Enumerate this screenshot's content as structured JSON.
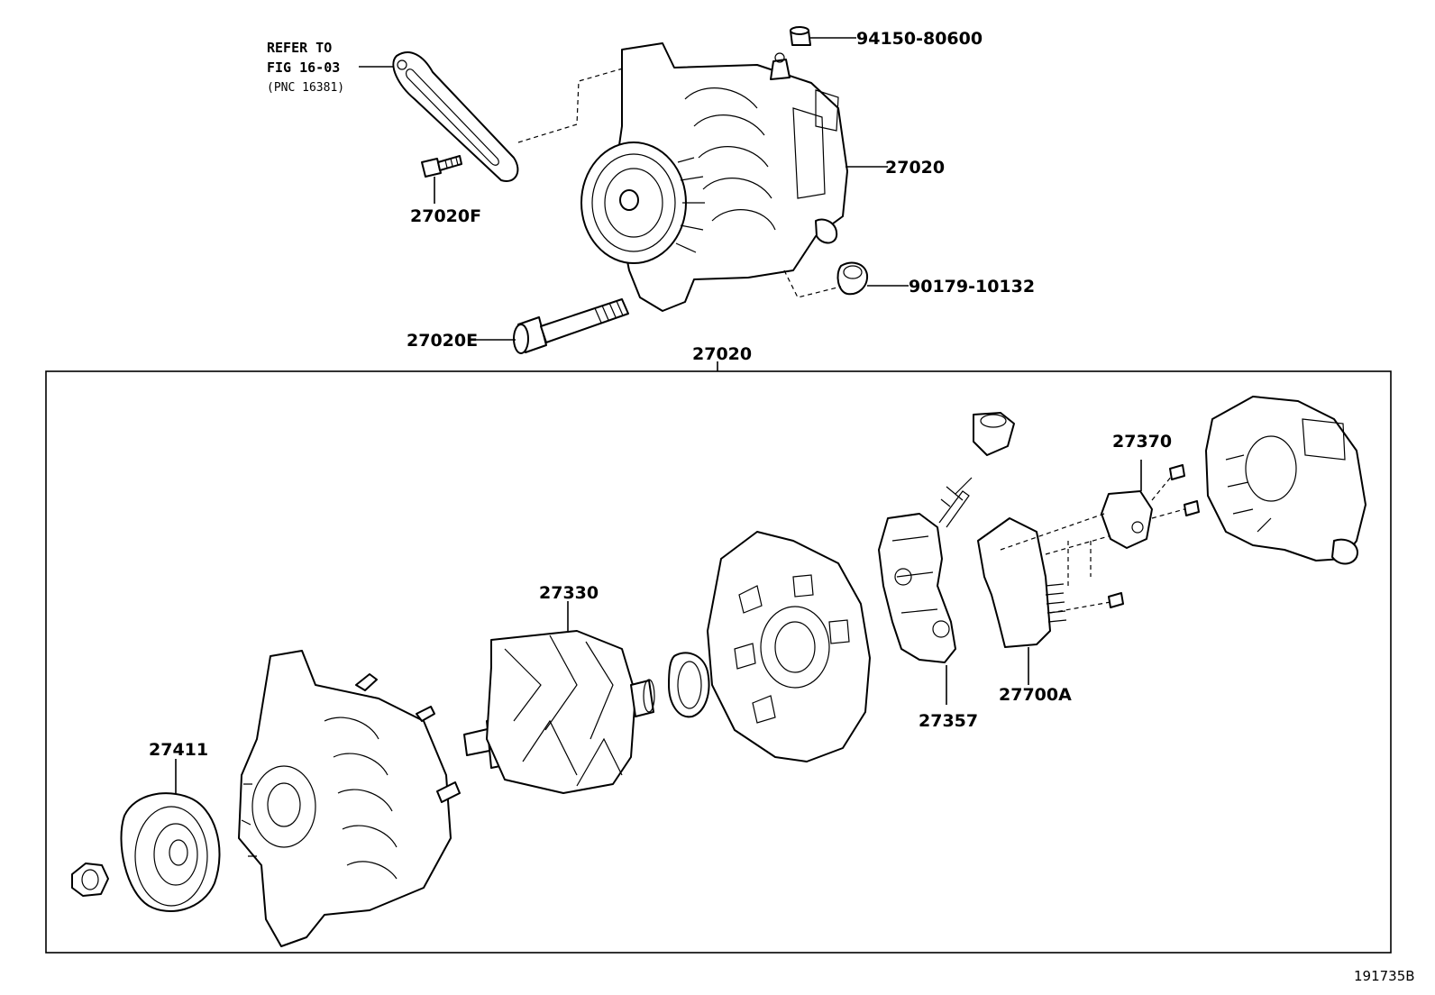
{
  "reference": {
    "line1": "REFER TO",
    "line2": "FIG 16-03",
    "line3": "(PNC 16381)"
  },
  "callouts": {
    "p94150": "94150-80600",
    "p27020_top": "27020",
    "p27020F": "27020F",
    "p90179": "90179-10132",
    "p27020E": "27020E",
    "p27020_box": "27020",
    "p27370": "27370",
    "p27330": "27330",
    "p27357": "27357",
    "p27700A": "27700A",
    "p27411": "27411"
  },
  "figure_id": "191735B"
}
